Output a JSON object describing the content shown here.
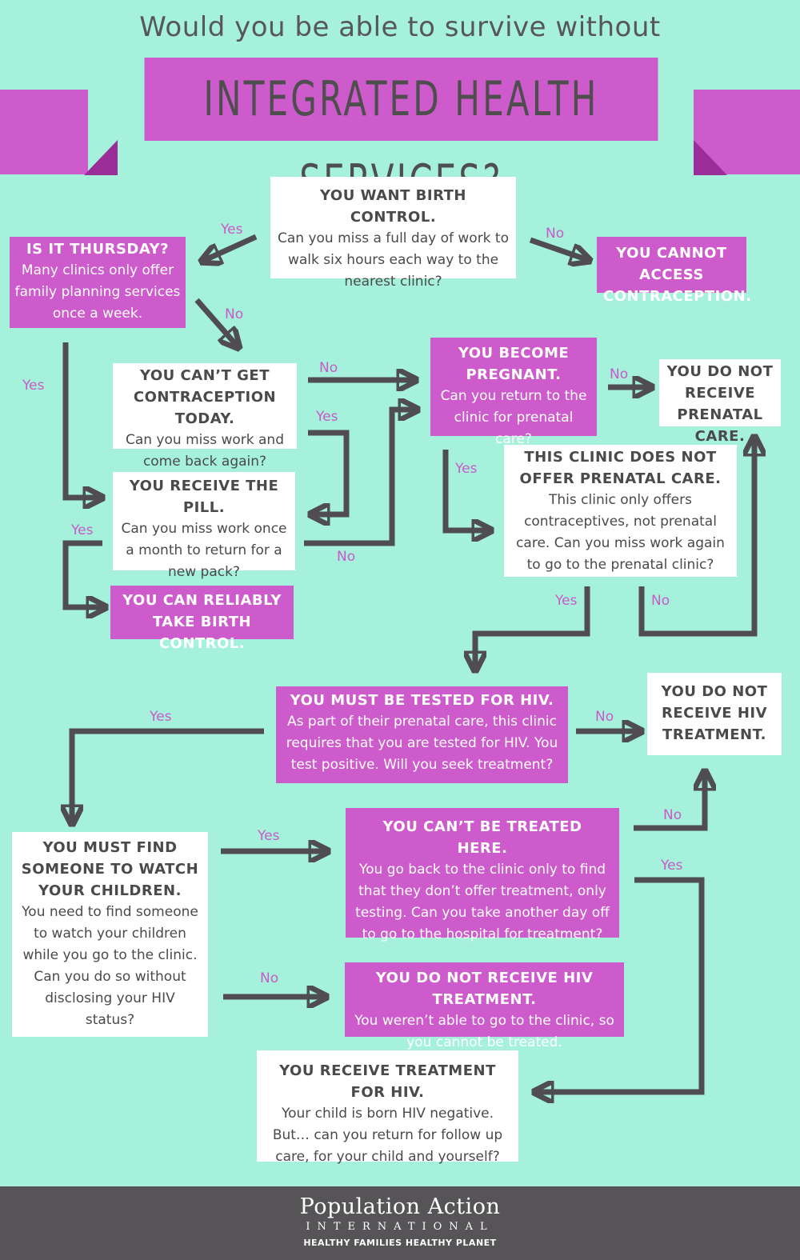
{
  "header": {
    "subtitle": "Would you be able to survive without",
    "title": "INTEGRATED HEALTH SERVICES?"
  },
  "nodes": {
    "birth_control": {
      "title": "YOU WANT BIRTH CONTROL.",
      "text": "Can you miss a full day of work to walk six hours each way to the nearest clinic?"
    },
    "no_access": {
      "title": "YOU CANNOT ACCESS CONTRACEPTION."
    },
    "thursday": {
      "title": "IS IT THURSDAY?",
      "text": "Many clinics only offer family planning services once a week."
    },
    "cant_get": {
      "title": "YOU CAN’T GET CONTRACEPTION TODAY.",
      "text": "Can you miss work and come back again?"
    },
    "pregnant": {
      "title": "YOU BECOME PREGNANT.",
      "text": "Can you return to the clinic for prenatal care?"
    },
    "no_prenatal": {
      "title": "YOU DO NOT RECEIVE PRENATAL CARE."
    },
    "pill": {
      "title": "YOU RECEIVE THE PILL.",
      "text": "Can you miss work once a month to return for a new pack?"
    },
    "not_offer": {
      "title": "THIS CLINIC DOES NOT OFFER PRENATAL CARE.",
      "text": "This clinic only offers contraceptives, not prenatal care. Can you miss work again to go to the prenatal clinic?"
    },
    "reliably": {
      "title": "YOU CAN RELIABLY TAKE BIRTH CONTROL."
    },
    "tested": {
      "title": "YOU MUST BE TESTED FOR HIV.",
      "text": "As part of their prenatal care, this clinic requires that you are tested for HIV. You test positive. Will you seek treatment?"
    },
    "no_hiv_1": {
      "title": "YOU DO NOT RECEIVE HIV TREATMENT."
    },
    "find_someone": {
      "title": "YOU MUST FIND SOMEONE TO WATCH YOUR CHILDREN.",
      "text": "You need to find someone to watch your children while you go to the clinic. Can you do so without disclosing your HIV status?"
    },
    "cant_treat": {
      "title": "YOU CAN’T BE TREATED HERE.",
      "text": "You go back to the clinic only to find that they don’t offer treatment, only testing. Can you take another day off to go to the hospital for treatment?"
    },
    "no_hiv_2": {
      "title": "YOU DO NOT RECEIVE HIV TREATMENT.",
      "text": "You weren’t able to go to the clinic, so you cannot be treated."
    },
    "receive_treatment": {
      "title": "YOU RECEIVE TREATMENT FOR HIV.",
      "text": "Your child is born HIV negative. But… can you return for follow up care, for your child and yourself?"
    }
  },
  "labels": {
    "yes": "Yes",
    "no": "No"
  },
  "footer": {
    "brand": "Population Action",
    "brand_sub": "INTERNATIONAL",
    "tagline": "HEALTHY FAMILIES HEALTHY PLANET"
  },
  "colors": {
    "background": "#a5f1dc",
    "accent": "#cd5bcb",
    "arrow": "#4f4d52",
    "footer": "#565457"
  }
}
